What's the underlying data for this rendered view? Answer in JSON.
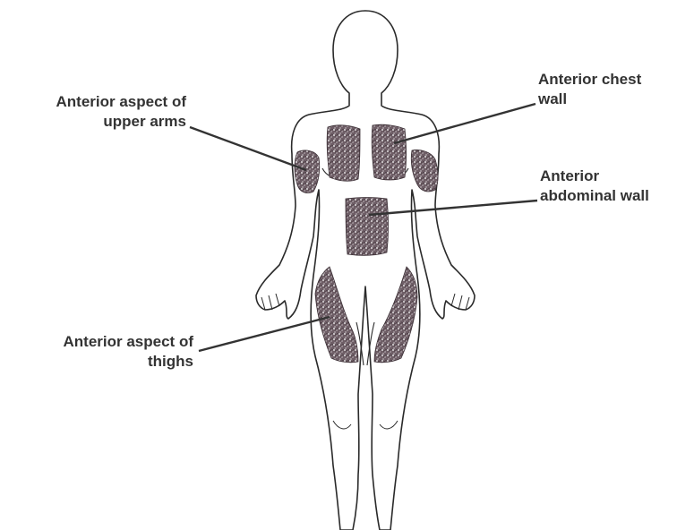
{
  "labels": {
    "upper_arms": {
      "line1": "Anterior aspect of",
      "line2": "upper arms"
    },
    "chest": {
      "line1": "Anterior chest",
      "line2": "wall"
    },
    "abdomen": {
      "line1": "Anterior",
      "line2": "abdominal wall"
    },
    "thighs": {
      "line1": "Anterior aspect of",
      "line2": "thighs"
    }
  },
  "colors": {
    "outline": "#2a2a2a",
    "shading": "#5a4a52",
    "label_text": "#333333"
  }
}
